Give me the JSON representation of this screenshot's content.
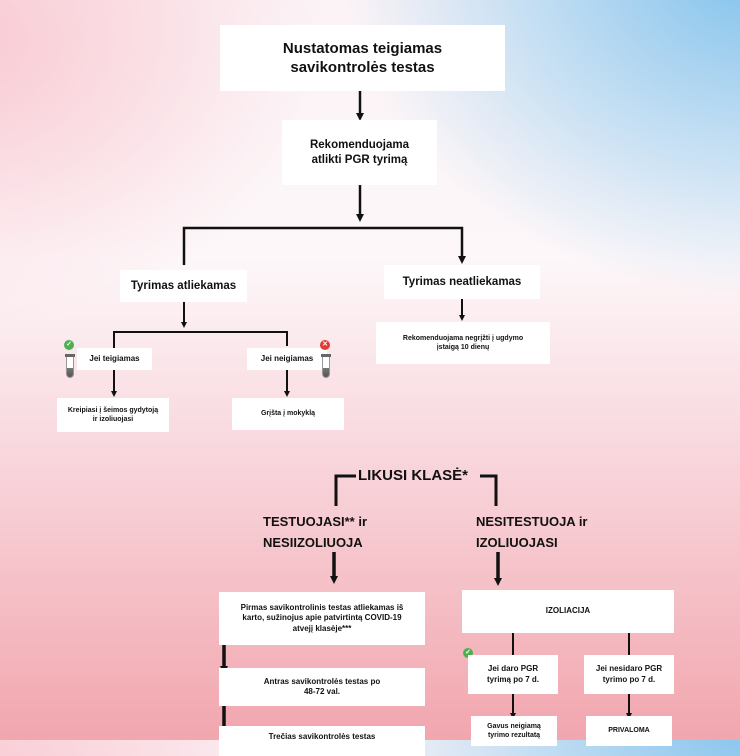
{
  "top": {
    "title": "Nustatomas teigiamas savikontrolės testas",
    "recommend": "Rekomenduojama atlikti PGR tyrimą"
  },
  "branch_left": {
    "title": "Tyrimas atliekamas",
    "positive": "Jei teigiamas",
    "negative": "Jei neigiamas",
    "positive_action": "Kreipiasi į šeimos gydytoją ir izoliuojasi",
    "negative_action": "Grįšta į mokyklą"
  },
  "branch_right": {
    "title": "Tyrimas neatliekamas",
    "recommend": "Rekomenduojama negrįžti į ugdymo įstaigą 10 dienų"
  },
  "class_section": {
    "title": "LIKUSI KLASĖ*",
    "left_title": "TESTUOJASI** ir NESIIZOLIUOJA",
    "right_title": "NESITESTUOJA ir IZOLIUOJASI",
    "step1": "Pirmas savikontrolinis testas atliekamas iš karto, sužinojus apie patvirtintą COVID-19 atvejį klasėje***",
    "step2": "Antras savikontrolės testas po 48-72 val.",
    "step3": "Trečias savikontrolės testas",
    "isolation": "IZOLIACIJA",
    "pcr_yes": "Jei daro PGR tyrimą po 7 d.",
    "pcr_no": "Jei nesidaro PGR tyrimo po 7 d.",
    "pcr_yes_result": "Gavus neigiamą tyrimo rezultatą",
    "pcr_no_result": "PRIVALOMA"
  },
  "colors": {
    "check": "#4caf50",
    "cross": "#e53935",
    "line": "#111111"
  },
  "icons": [
    "check-icon",
    "cross-icon",
    "test-tube-icon"
  ]
}
